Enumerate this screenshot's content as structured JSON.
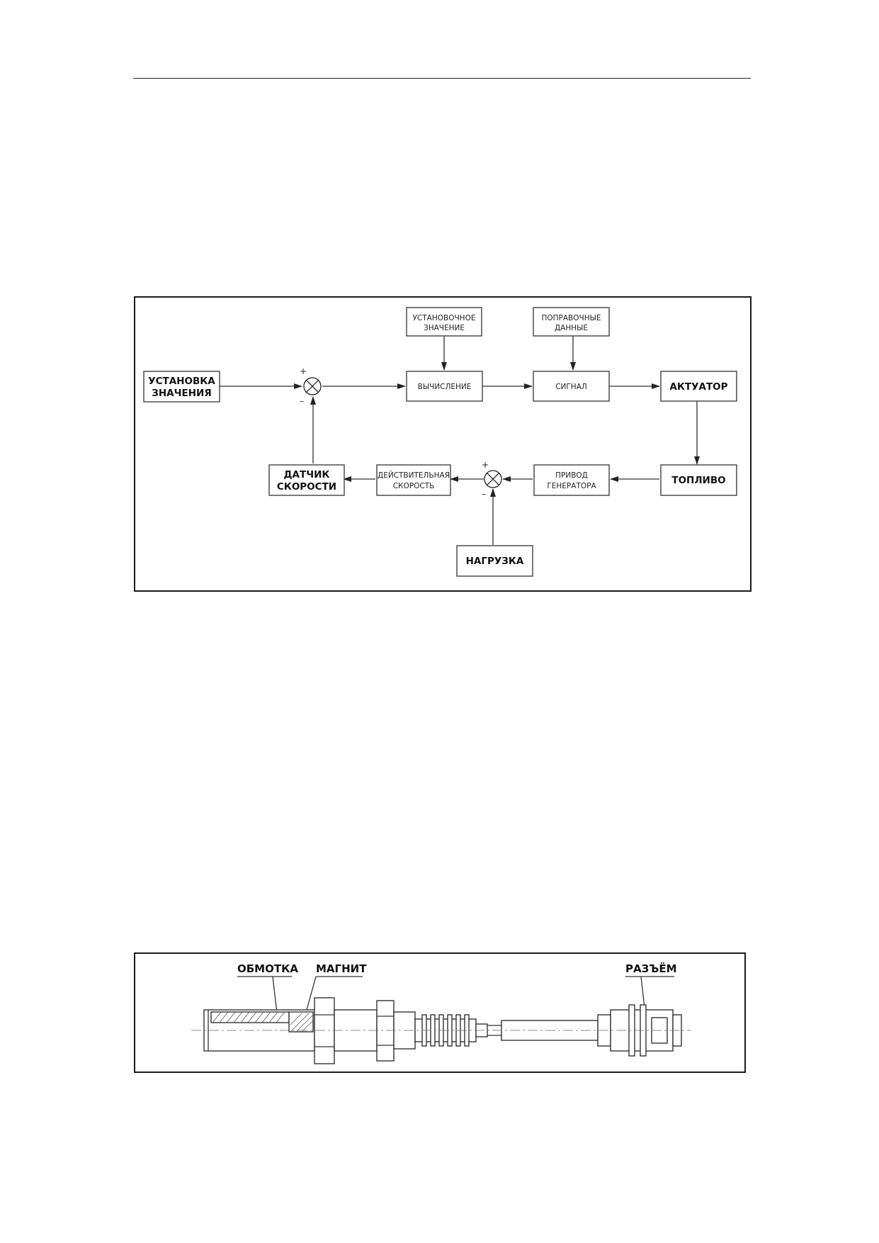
{
  "block_diagram": {
    "blocks": {
      "setpoint": [
        "УСТАНОВКА",
        "ЗНАЧЕНИЯ"
      ],
      "preset_value": [
        "УСТАНОВОЧНОЕ",
        "ЗНАЧЕНИЕ"
      ],
      "correction_data": [
        "ПОПРАВОЧНЫЕ",
        "ДАННЫЕ"
      ],
      "computation": "ВЫЧИСЛЕНИЕ",
      "signal": "СИГНАЛ",
      "actuator": "АКТУАТОР",
      "fuel": "ТОПЛИВО",
      "generator_drive": [
        "ПРИВОД",
        "ГЕНЕРАТОРА"
      ],
      "actual_speed": [
        "ДЕЙСТВИТЕЛЬНАЯ",
        "СКОРОСТЬ"
      ],
      "speed_sensor": [
        "ДАТЧИК",
        "СКОРОСТИ"
      ],
      "load": "НАГРУЗКА"
    },
    "summing_junction_signs": {
      "plus": "+",
      "minus": "–"
    }
  },
  "sensor_drawing": {
    "labels": {
      "winding": "ОБМОТКА",
      "magnet": "МАГНИТ",
      "connector": "РАЗЪЁМ"
    }
  }
}
